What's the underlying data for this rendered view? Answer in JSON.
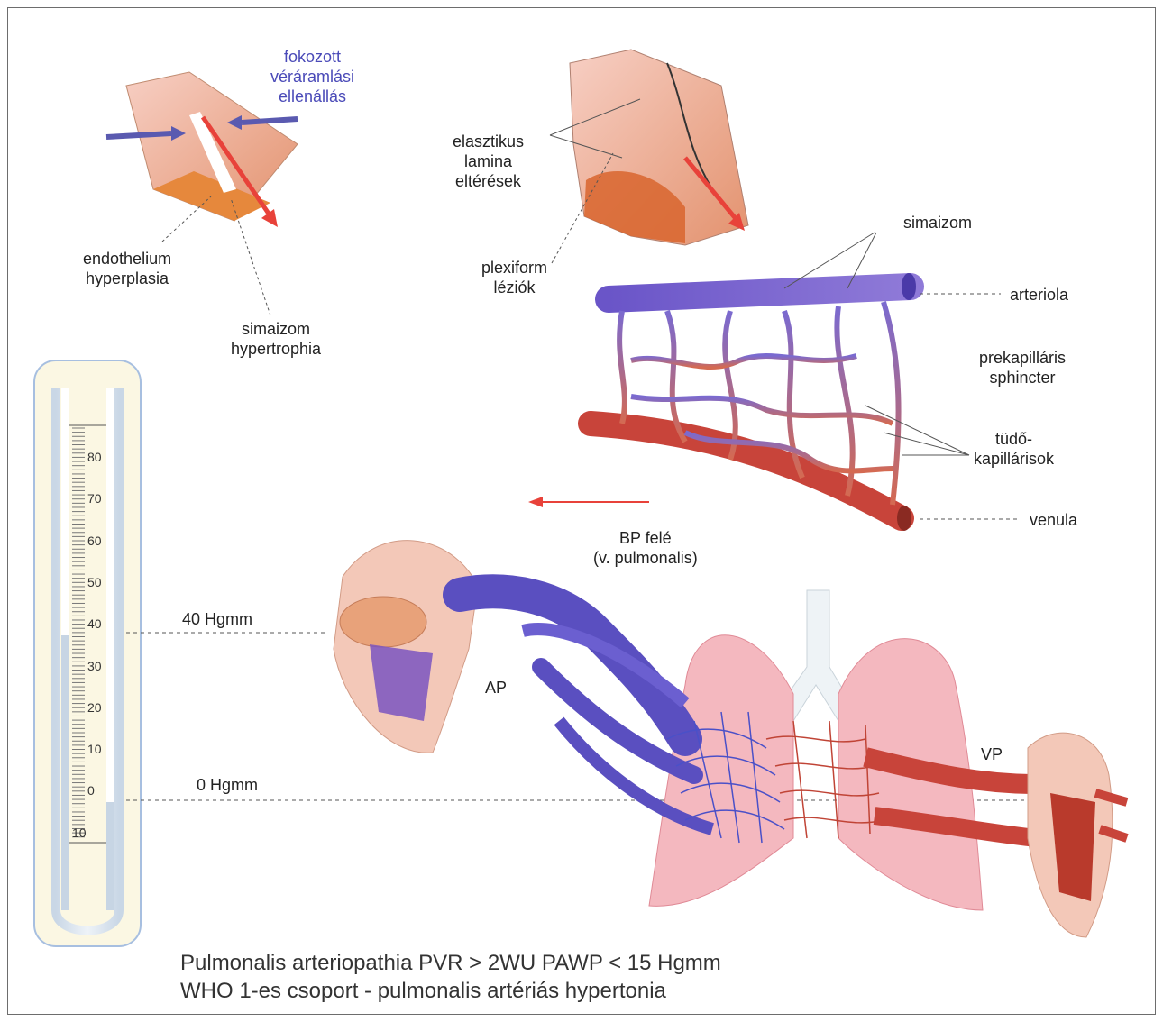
{
  "labels": {
    "resistance": [
      "fokozott",
      "véráramlási",
      "ellenállás"
    ],
    "endothelium": [
      "endothelium",
      "hyperplasia"
    ],
    "smooth_hypertrophy": [
      "simaizom",
      "hypertrophia"
    ],
    "elastic": [
      "elasztikus",
      "lamina",
      "eltérések"
    ],
    "plexiform": [
      "plexiform",
      "léziók"
    ],
    "smooth_muscle": "simaizom",
    "arteriole": "arteriola",
    "precap": [
      "prekapilláris",
      "sphincter"
    ],
    "capillaries": [
      "tüdő-",
      "kapillárisok"
    ],
    "venule": "venula",
    "bp": [
      "BP felé",
      "(v. pulmonalis)"
    ],
    "p40": "40 Hgmm",
    "p0": "0 Hgmm",
    "ap": "AP",
    "vp": "VP"
  },
  "manometer": {
    "ticks": [
      "80",
      "70",
      "60",
      "50",
      "40",
      "30",
      "20",
      "10",
      "0",
      "10"
    ]
  },
  "footer": {
    "line1": "Pulmonalis arteriopathia   PVR > 2WU   PAWP < 15 Hgmm",
    "line2": "WHO 1-es csoport - pulmonalis artériás hypertonia"
  },
  "colors": {
    "vein_blue": "#5a4fc0",
    "artery_red": "#c8443a",
    "lung_pink": "#f4b8bf",
    "arrow_red": "#e8423a",
    "label_blue": "#4a4ab8"
  }
}
